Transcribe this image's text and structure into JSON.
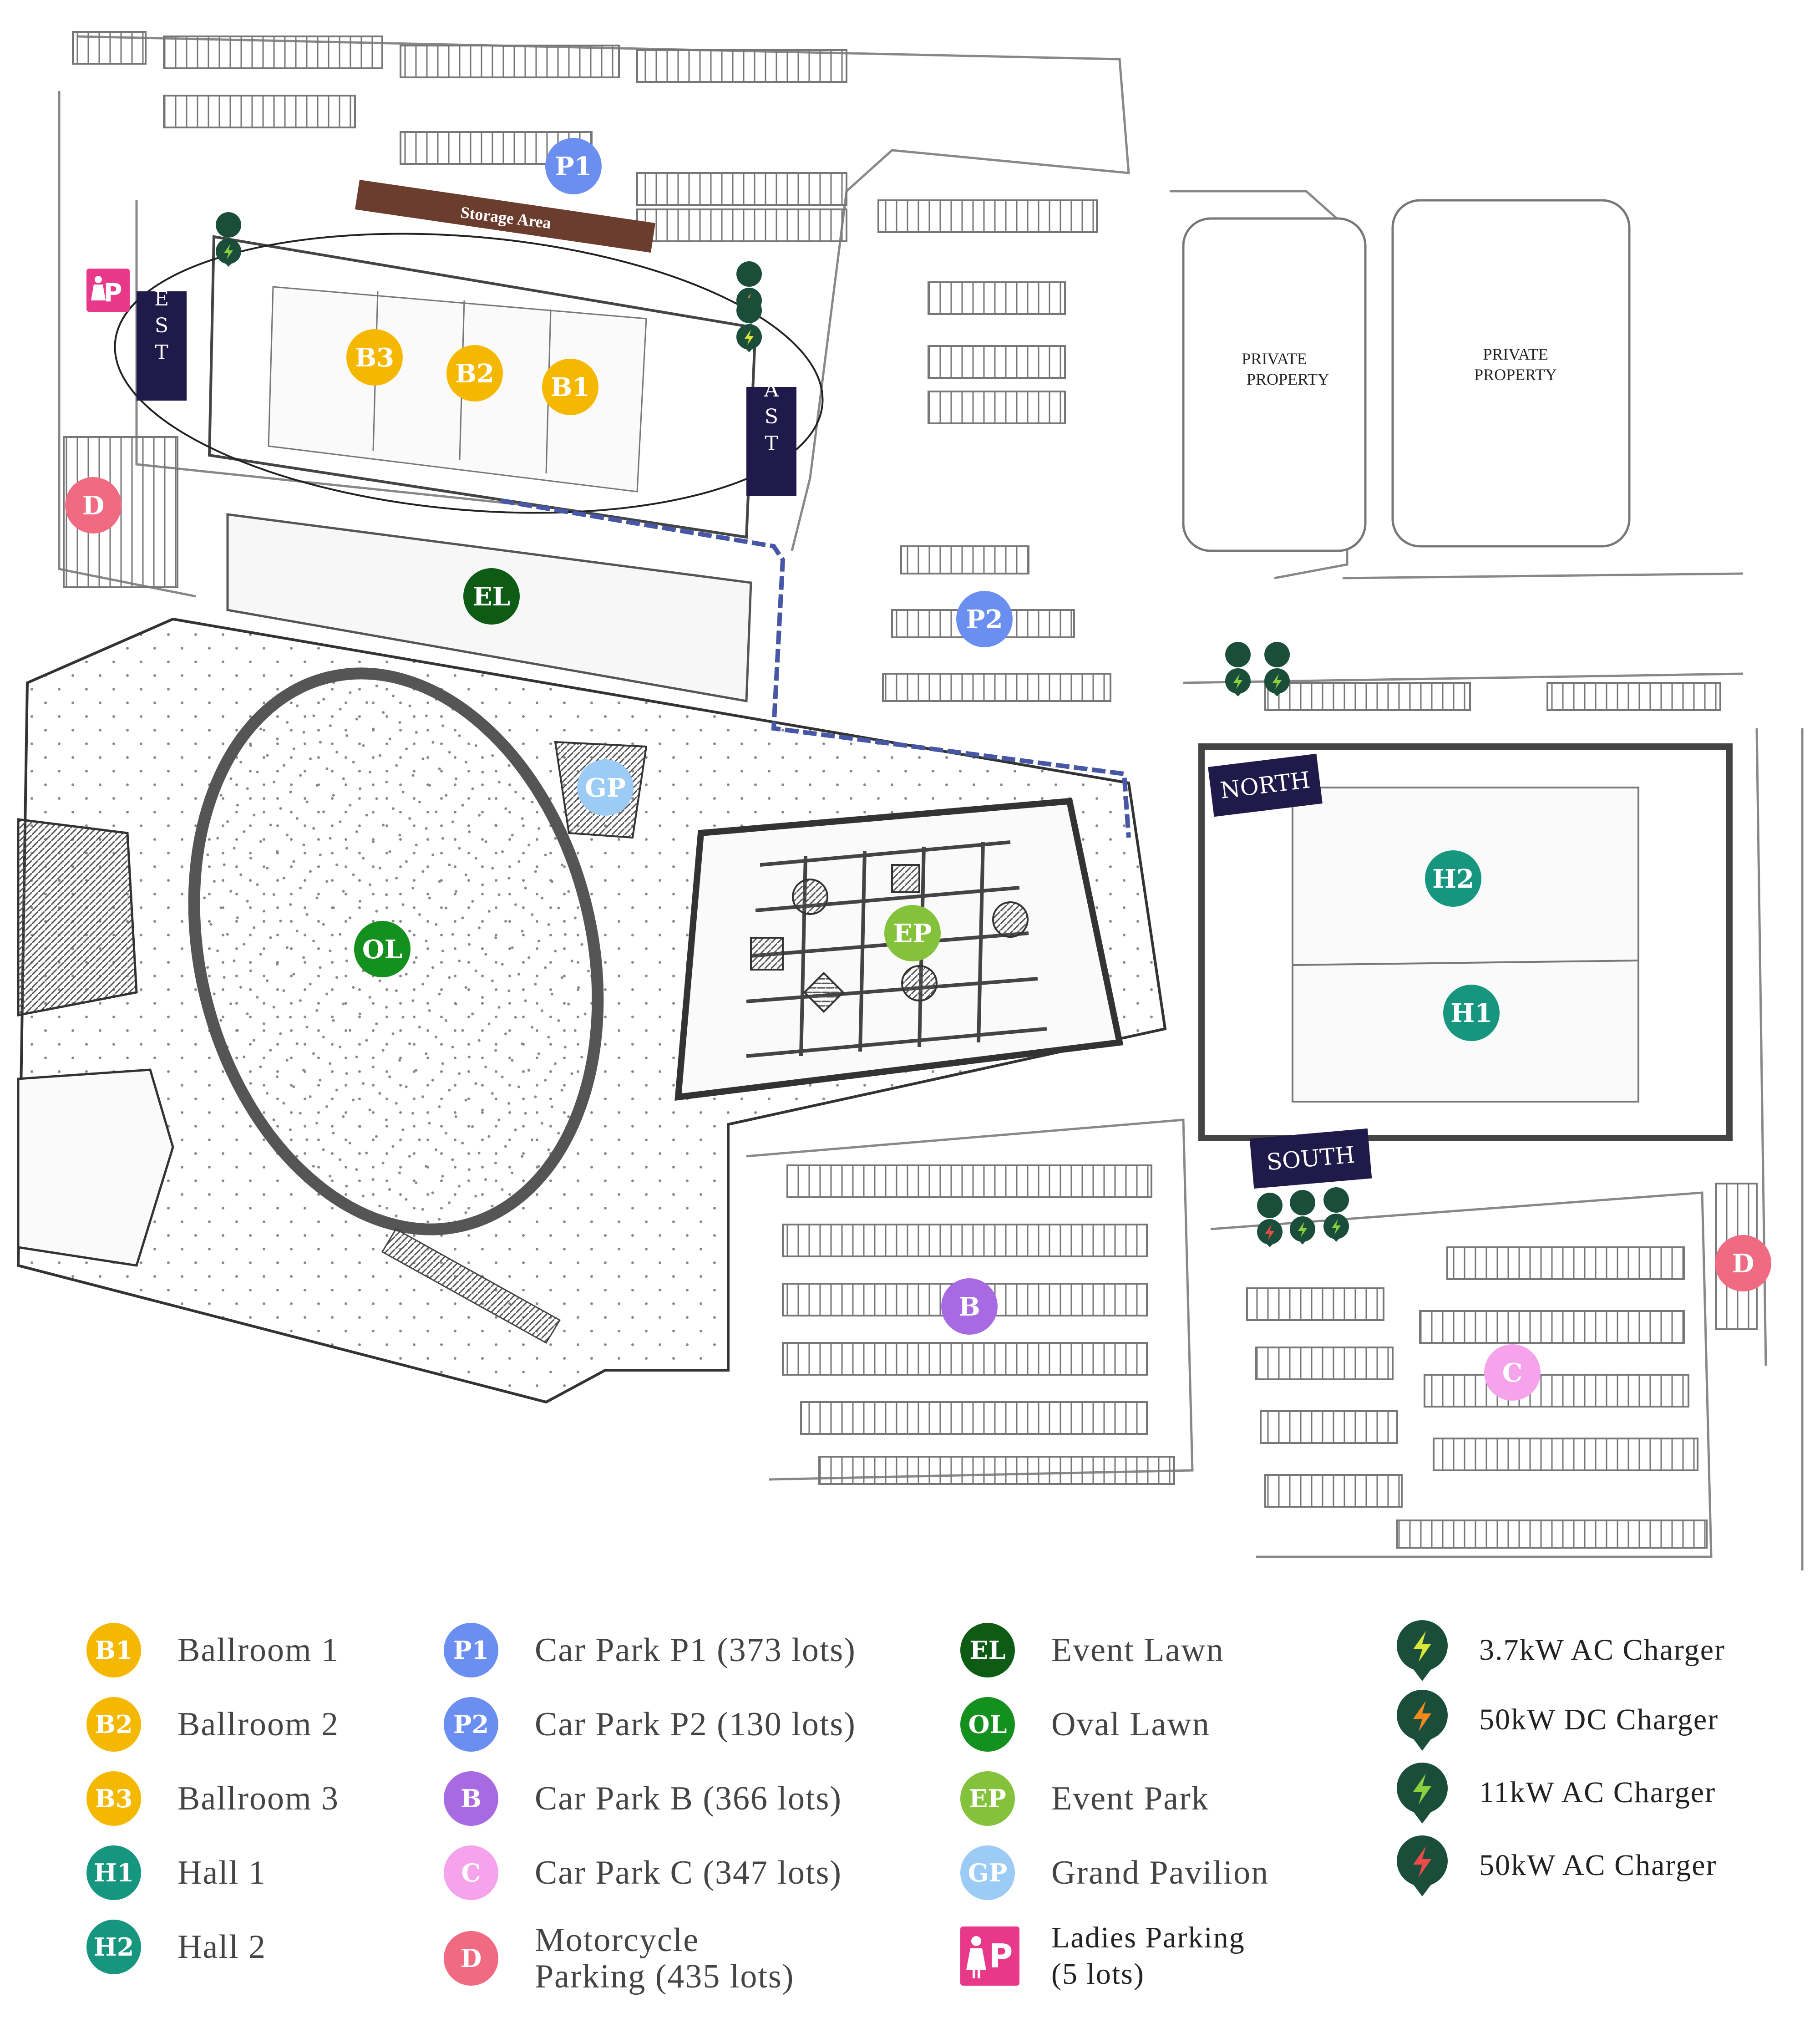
{
  "map": {
    "storage_area": "Storage Area",
    "private_property_1": "PRIVATE\nPROPERTY",
    "private_property_2": "PRIVATE\nPROPERTY",
    "wing_labels": {
      "west": "WEST",
      "east": "EAST",
      "north": "NORTH",
      "south": "SOUTH"
    },
    "markers": [
      {
        "code": "P1",
        "color": "#6b8ff0"
      },
      {
        "code": "B3",
        "color": "#f5b800"
      },
      {
        "code": "B2",
        "color": "#f5b800"
      },
      {
        "code": "B1",
        "color": "#f5b800"
      },
      {
        "code": "D",
        "color": "#f06b82"
      },
      {
        "code": "EL",
        "color": "#0e5b16"
      },
      {
        "code": "P2",
        "color": "#6b8ff0"
      },
      {
        "code": "GP",
        "color": "#9ccbf5"
      },
      {
        "code": "OL",
        "color": "#14901f"
      },
      {
        "code": "EP",
        "color": "#84c23c"
      },
      {
        "code": "H2",
        "color": "#16957f"
      },
      {
        "code": "H1",
        "color": "#16957f"
      },
      {
        "code": "B",
        "color": "#a86ae3"
      },
      {
        "code": "C",
        "color": "#f5a3ea"
      },
      {
        "code": "D",
        "color": "#f06b82"
      }
    ],
    "colors": {
      "navy_label": "#1f1a4a",
      "storage": "#6b3d2e",
      "charger_bg": "#1b4e3a"
    }
  },
  "legend": {
    "venues": [
      {
        "code": "B1",
        "label": "Ballroom 1",
        "color": "#f5b800"
      },
      {
        "code": "B2",
        "label": "Ballroom 2",
        "color": "#f5b800"
      },
      {
        "code": "B3",
        "label": "Ballroom 3",
        "color": "#f5b800"
      },
      {
        "code": "H1",
        "label": "Hall 1",
        "color": "#16957f"
      },
      {
        "code": "H2",
        "label": "Hall 2",
        "color": "#16957f"
      }
    ],
    "parking": [
      {
        "code": "P1",
        "label": "Car Park P1 (373 lots)",
        "color": "#6b8ff0"
      },
      {
        "code": "P2",
        "label": "Car Park P2 (130 lots)",
        "color": "#6b8ff0"
      },
      {
        "code": "B",
        "label": "Car Park B (366 lots)",
        "color": "#a86ae3"
      },
      {
        "code": "C",
        "label": "Car Park C (347 lots)",
        "color": "#f5a3ea"
      },
      {
        "code": "D",
        "label": "Motorcycle\nParking (435 lots)",
        "color": "#f06b82"
      }
    ],
    "lawns": [
      {
        "code": "EL",
        "label": "Event Lawn",
        "color": "#0e5b16"
      },
      {
        "code": "OL",
        "label": "Oval Lawn",
        "color": "#14901f"
      },
      {
        "code": "EP",
        "label": "Event Park",
        "color": "#84c23c"
      },
      {
        "code": "GP",
        "label": "Grand Pavilion",
        "color": "#9ccbf5"
      }
    ],
    "ladies": {
      "symbol": "P",
      "label": "Ladies Parking\n(5 lots)",
      "color": "#e8388a"
    },
    "chargers": [
      {
        "label": "3.7kW AC Charger",
        "bolt_color": "#d7e83a",
        "icon": "lightning-bolt-icon"
      },
      {
        "label": "50kW DC Charger",
        "bolt_color": "#f28a1e",
        "icon": "lightning-bolt-icon"
      },
      {
        "label": "11kW AC Charger",
        "bolt_color": "#8ccf3f",
        "icon": "lightning-bolt-icon"
      },
      {
        "label": "50kW AC Charger",
        "bolt_color": "#ef4b4b",
        "icon": "lightning-bolt-icon"
      }
    ]
  }
}
